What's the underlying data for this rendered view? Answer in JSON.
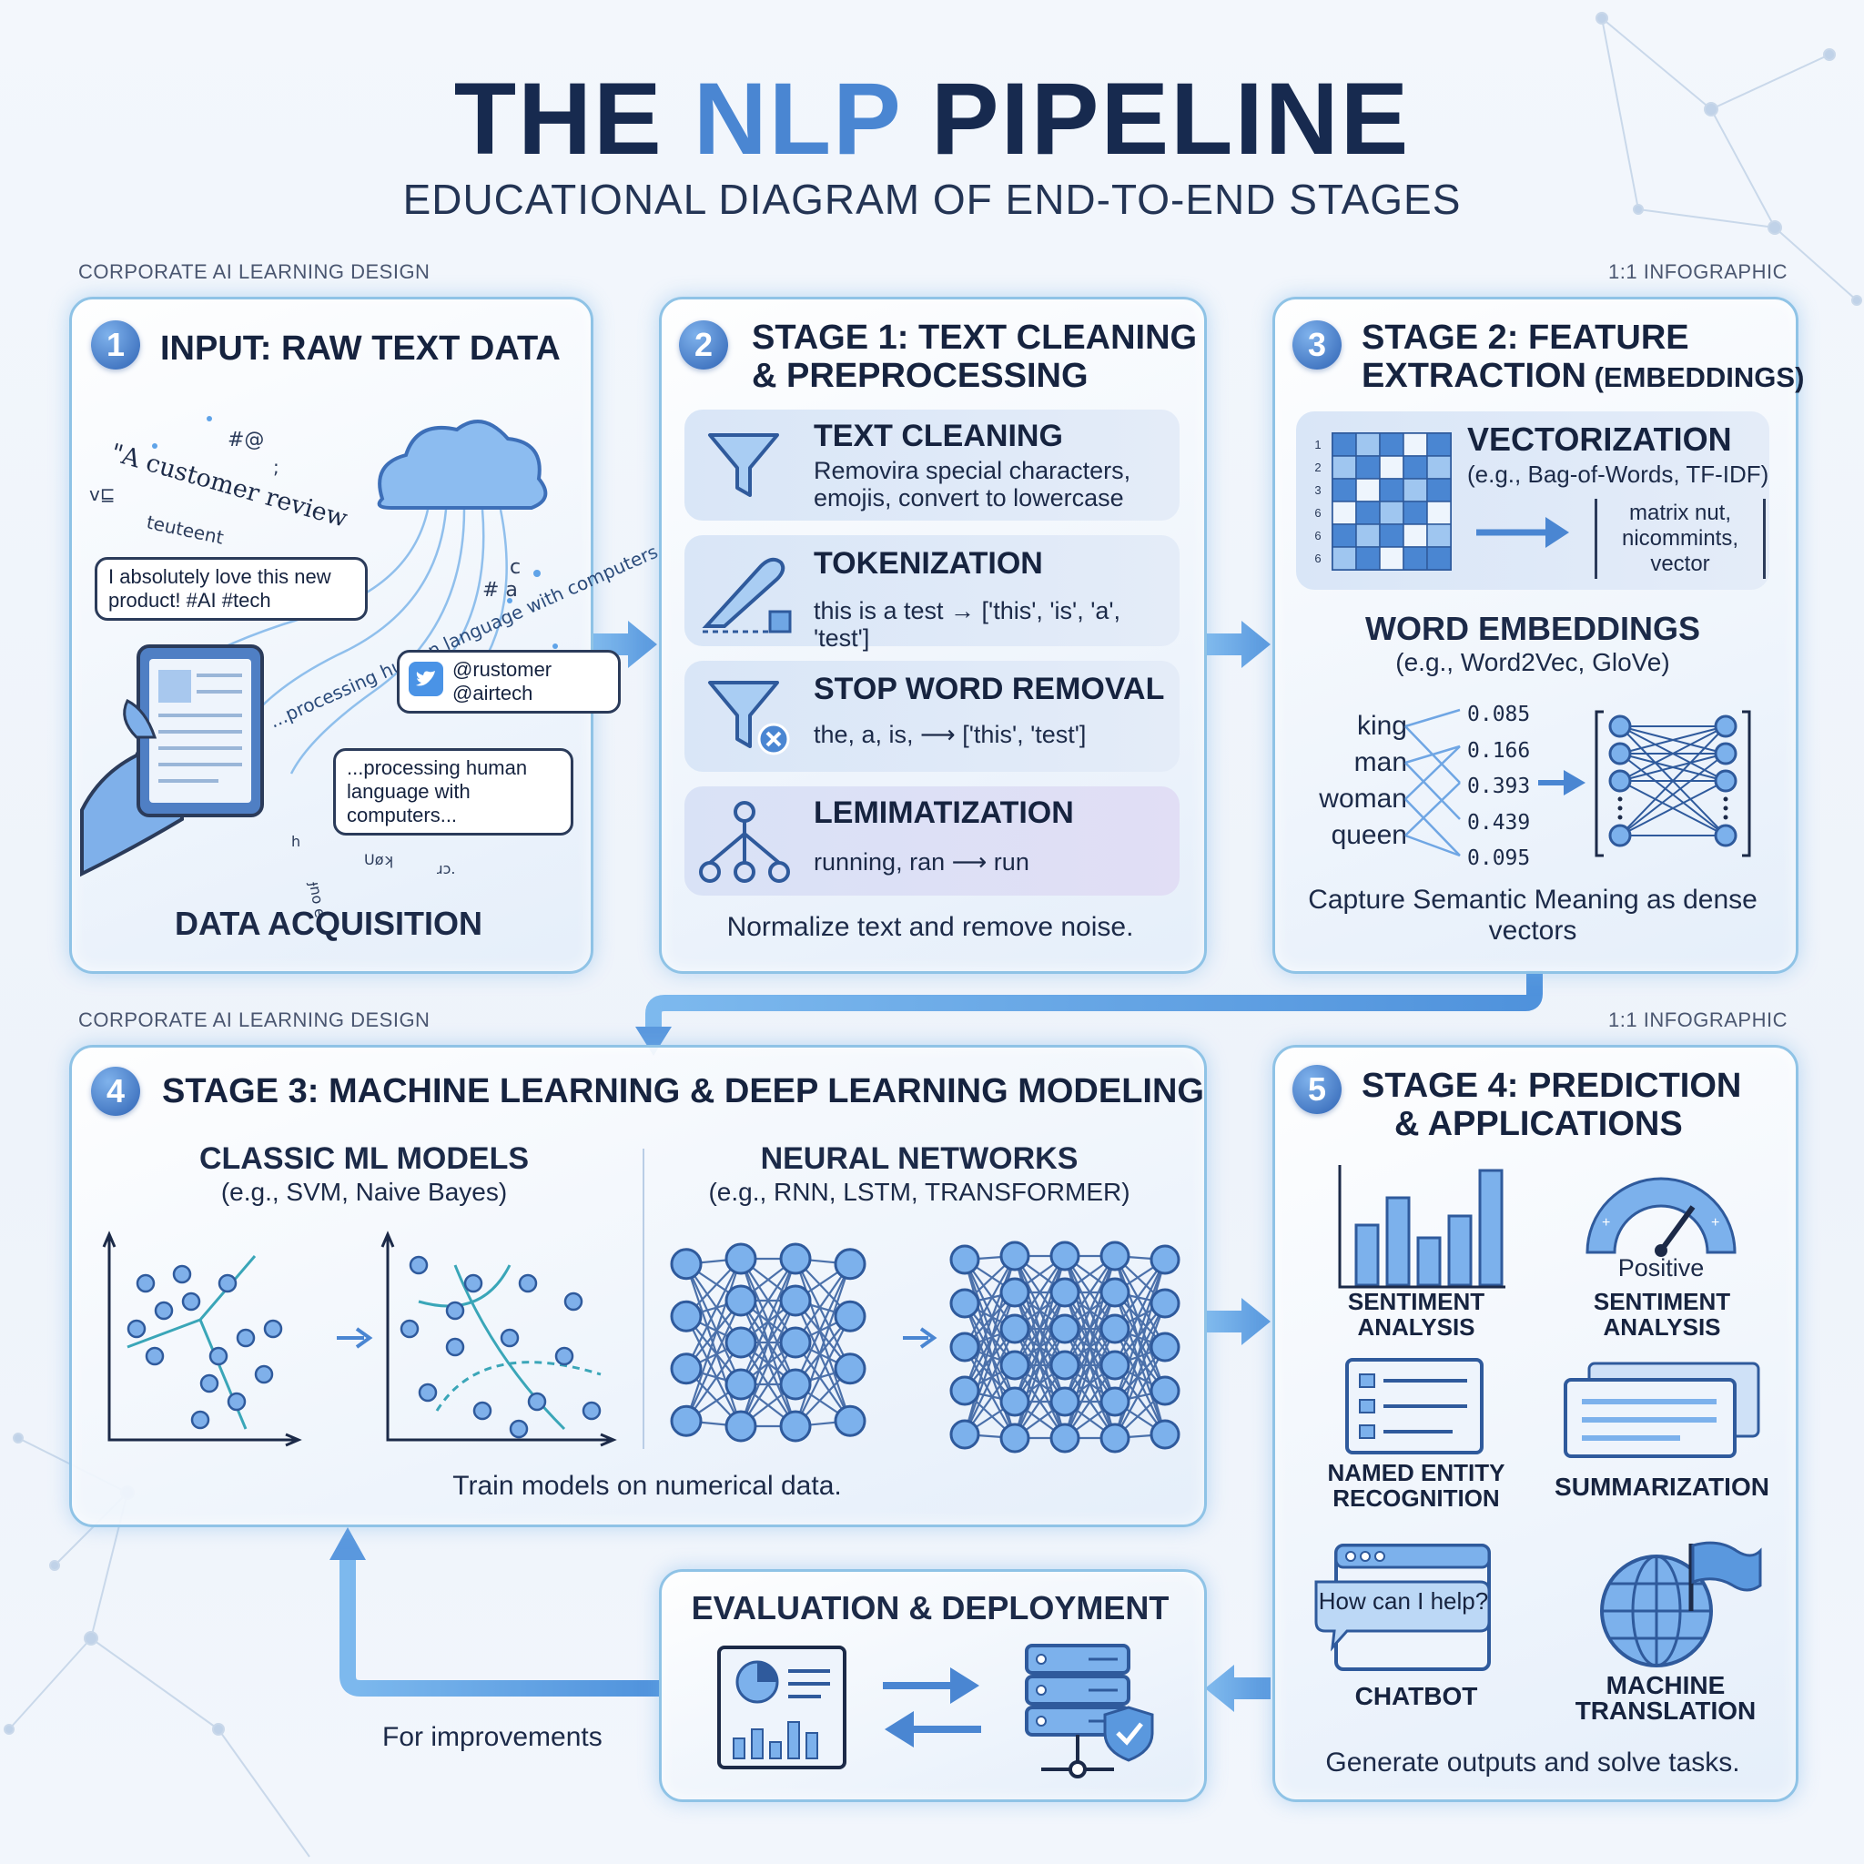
{
  "header": {
    "title_a": "THE ",
    "title_b": "NLP",
    "title_c": " PIPELINE",
    "subtitle": "EDUCATIONAL DIAGRAM OF END-TO-END STAGES",
    "corner_left": "CORPORATE AI LEARNING DESIGN",
    "corner_right": "1:1 INFOGRAPHIC"
  },
  "p1": {
    "num": "1",
    "title": "INPUT: RAW TEXT DATA",
    "review": "\"A customer review",
    "bubble1": "I absolutely love this new product! #AI #tech",
    "handle1": "@rustomer",
    "handle2": "@airtech",
    "bubble3": "...processing human language with computers...",
    "stream": "...processing human language with computers",
    "footer": "DATA ACQUISITION"
  },
  "p2": {
    "num": "2",
    "title_l1": "STAGE 1: TEXT CLEANING",
    "title_l2": "& PREPROCESSING",
    "items": [
      {
        "head": "TEXT CLEANING",
        "text": "Removira special characters, emojis, convert to lowercase"
      },
      {
        "head": "TOKENIZATION",
        "text": "this is a test → ['this', 'is', 'a', 'test']"
      },
      {
        "head": "STOP WORD REMOVAL",
        "text": "the, a, is,  ⟶  ['this', 'test']"
      },
      {
        "head": "LEMIMATIZATION",
        "text": "running, ran  ⟶  run"
      }
    ],
    "footer": "Normalize text and remove noise."
  },
  "p3": {
    "num": "3",
    "title_l1": "STAGE 2: FEATURE",
    "title_l2": "EXTRACTION",
    "title_l2b": " (EMBEDDINGS)",
    "vec_head": "VECTORIZATION",
    "vec_sub": "(e.g., Bag-of-Words, TF-IDF)",
    "matrix_note": "matrix nut, nicommints, vector",
    "row_idx": [
      "1",
      "2",
      "3",
      "6",
      "6",
      "6"
    ],
    "emb_head": "WORD EMBEDDINGS",
    "emb_sub": "(e.g., Word2Vec, GloVe)",
    "words": [
      "king",
      "man",
      "woman",
      "queen"
    ],
    "values": [
      "0.085",
      "0.166",
      "0.393",
      "0.439",
      "0.095"
    ],
    "footer": "Capture Semantic Meaning as dense vectors"
  },
  "p4": {
    "num": "4",
    "title": "STAGE 3: MACHINE LEARNING & DEEP LEARNING MODELING",
    "ml_head": "CLASSIC ML MODELS",
    "ml_sub": "(e.g., SVM, Naive Bayes)",
    "nn_head": "NEURAL NETWORKS",
    "nn_sub": "(e.g., RNN, LSTM, TRANSFORMER)",
    "footer": "Train models on numerical data."
  },
  "p5": {
    "num": "5",
    "title_l1": "STAGE 4: PREDICTION",
    "title_l2": "& APPLICATIONS",
    "positive": "Positive",
    "apps": [
      "SENTIMENT ANALYSIS",
      "SENTIMENT ANALYSIS",
      "NAMED ENTITY RECOGNITION",
      "SUMMARIZATION",
      "CHATBOT",
      "MACHINE TRANSLATION"
    ],
    "chat_prompt": "How can I help?",
    "footer": "Generate outputs and solve tasks."
  },
  "p6": {
    "title": "EVALUATION & DEPLOYMENT",
    "loop_label": "For improvements"
  },
  "colors": {
    "accent": "#4a86d2",
    "navy": "#16233f",
    "panel_border": "#8fc3e6",
    "icon_fill": "#6fa6e4"
  }
}
